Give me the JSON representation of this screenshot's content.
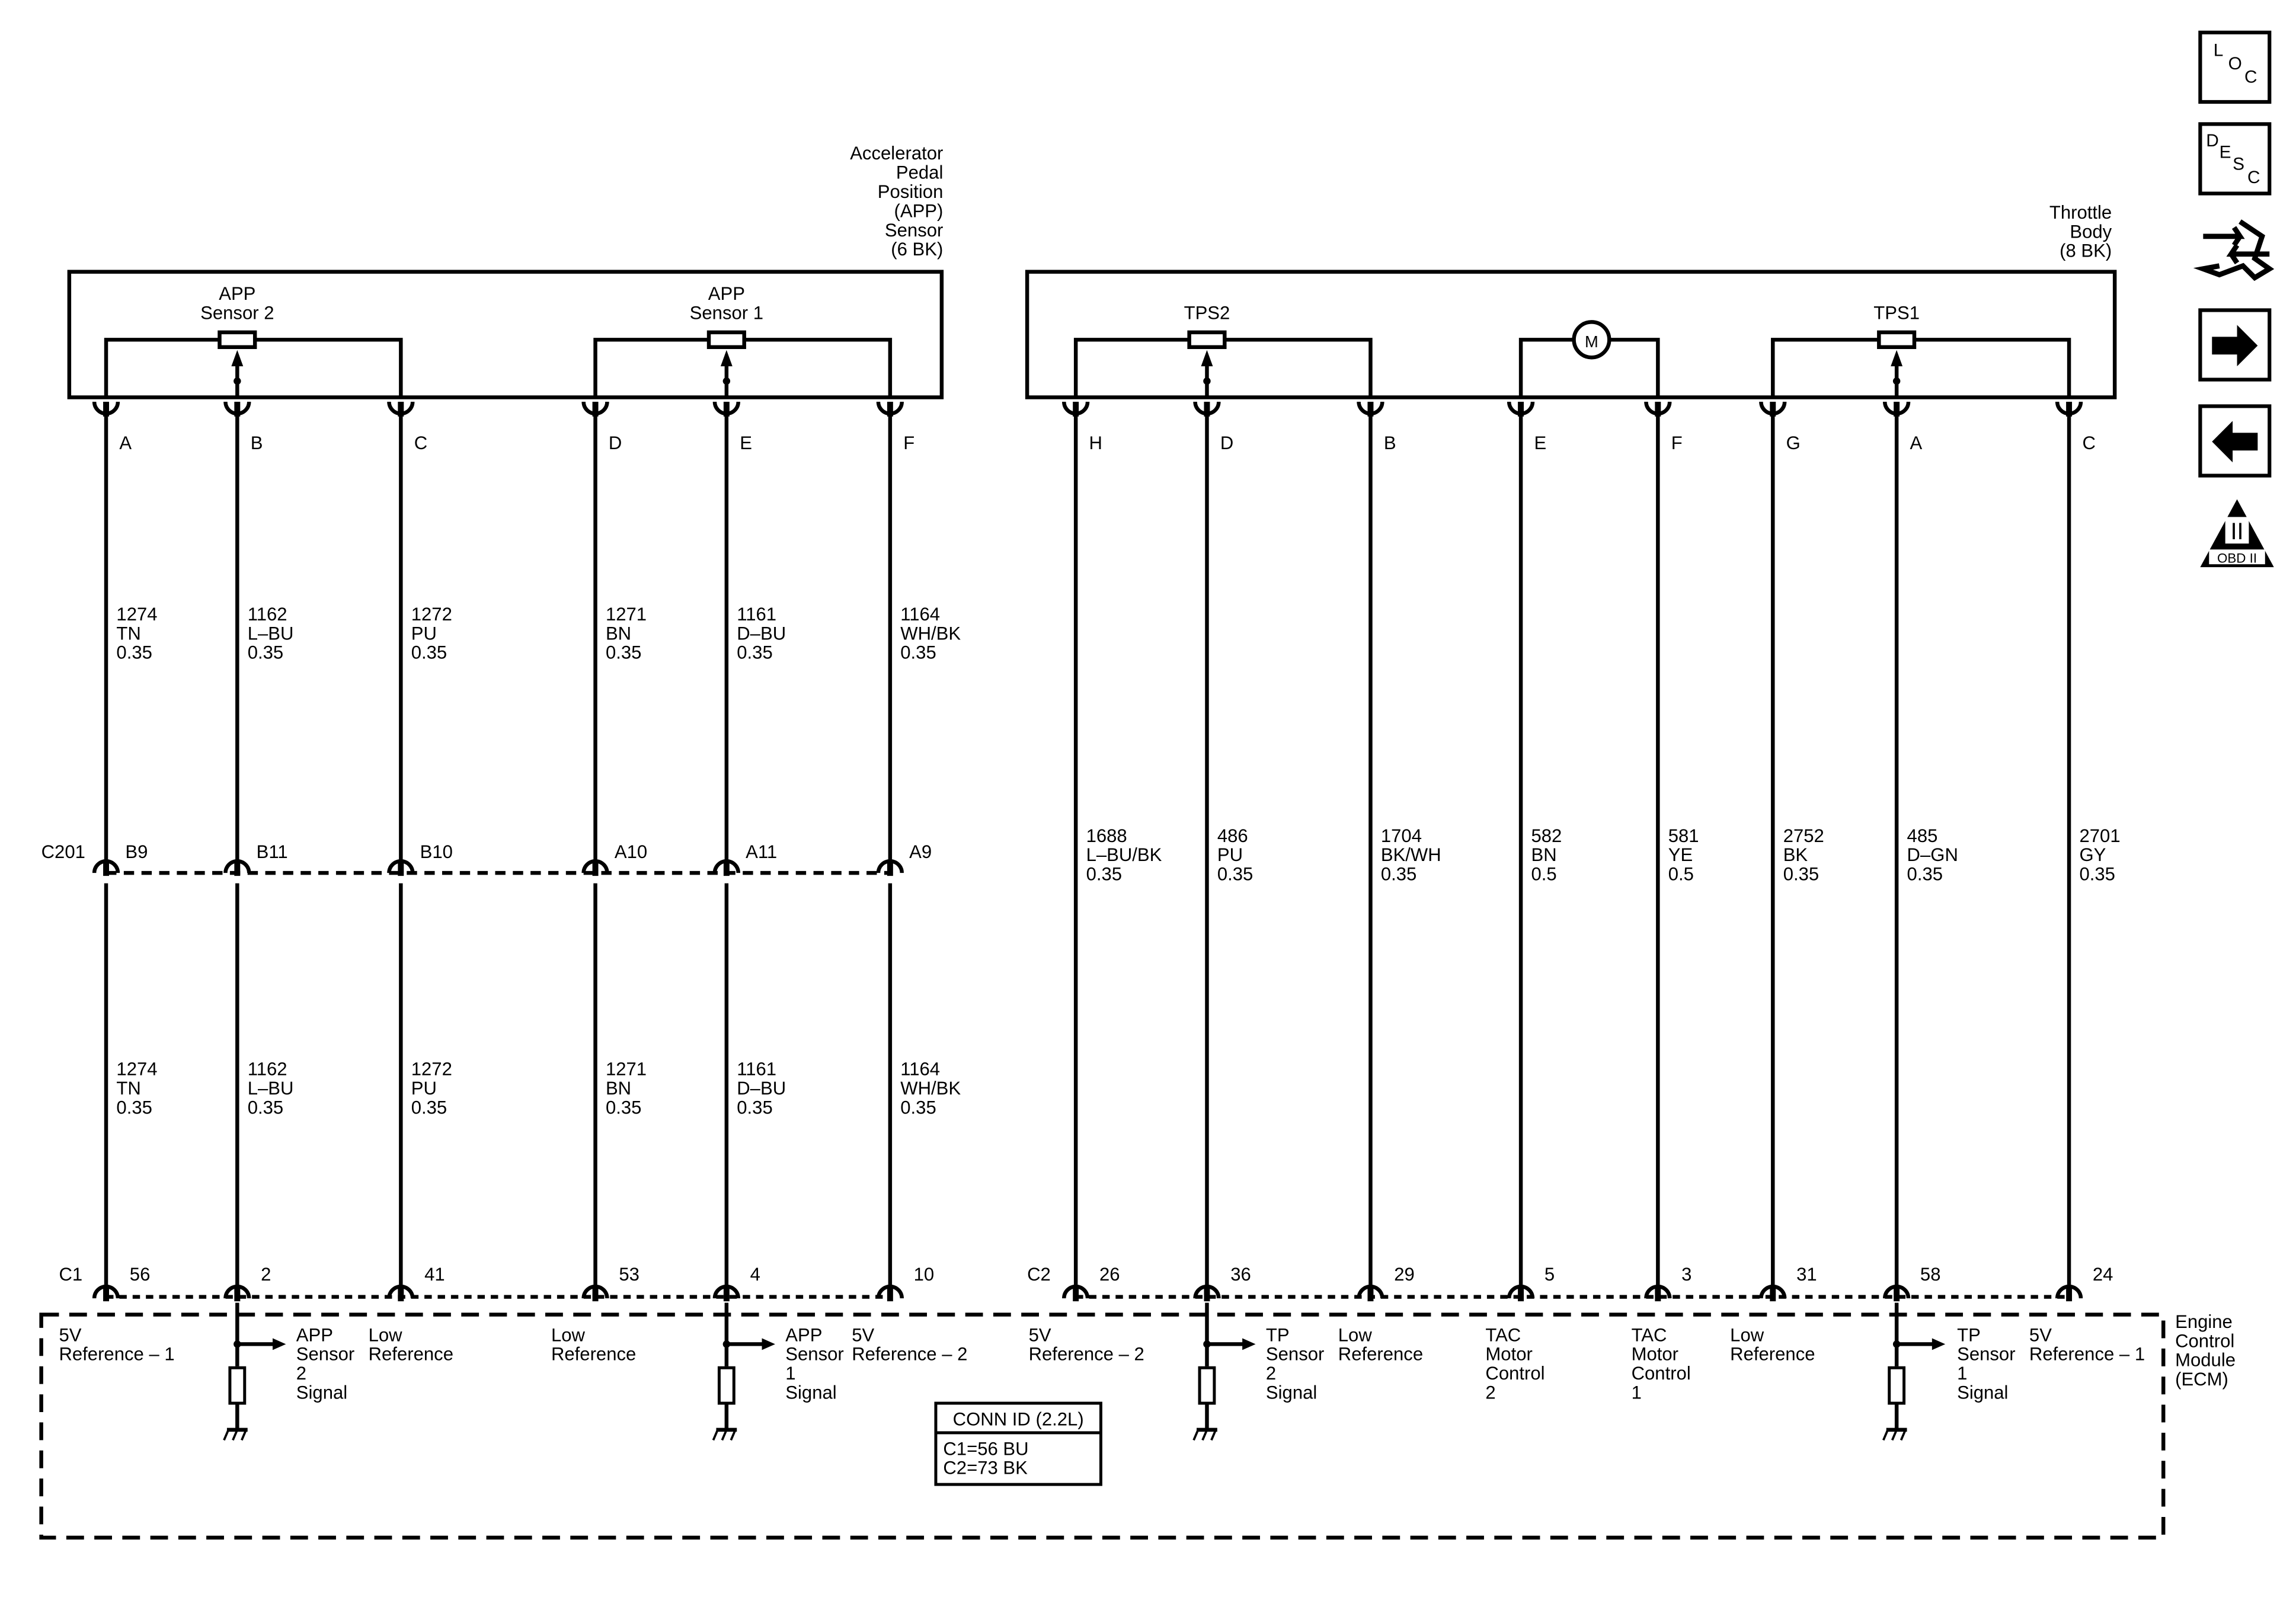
{
  "app_sensor": {
    "title_lines": [
      "Accelerator",
      "Pedal",
      "Position",
      "(APP)",
      "Sensor",
      "(6 BK)"
    ],
    "sensor2_label": [
      "APP",
      "Sensor 2"
    ],
    "sensor1_label": [
      "APP",
      "Sensor 1"
    ]
  },
  "throttle_body": {
    "title_lines": [
      "Throttle",
      "Body",
      "(8 BK)"
    ],
    "tps2_label": "TPS2",
    "tps1_label": "TPS1",
    "motor_label": "M"
  },
  "inline_connector": {
    "id": "C201"
  },
  "ecm": {
    "title_lines": [
      "Engine",
      "Control",
      "Module",
      "(ECM)"
    ],
    "c1_label": "C1",
    "c2_label": "C2",
    "conn_id": {
      "title": "CONN ID (2.2L)",
      "lines": [
        "C1=56 BU",
        "C2=73 BK"
      ]
    }
  },
  "app_circuits": [
    {
      "pin": "A",
      "c201_pin": "B9",
      "ecm_pin": "56",
      "circuit": "1274",
      "color": "TN",
      "gauge": "0.35",
      "ecm_label": [
        "5V",
        "Reference – 1"
      ]
    },
    {
      "pin": "B",
      "c201_pin": "B11",
      "ecm_pin": "2",
      "circuit": "1162",
      "color": "L–BU",
      "gauge": "0.35",
      "ecm_label": [
        "APP",
        "Sensor",
        "2",
        "Signal"
      ]
    },
    {
      "pin": "C",
      "c201_pin": "B10",
      "ecm_pin": "41",
      "circuit": "1272",
      "color": "PU",
      "gauge": "0.35",
      "ecm_label": [
        "Low",
        "Reference"
      ]
    },
    {
      "pin": "D",
      "c201_pin": "A10",
      "ecm_pin": "53",
      "circuit": "1271",
      "color": "BN",
      "gauge": "0.35",
      "ecm_label": [
        "Low",
        "Reference"
      ]
    },
    {
      "pin": "E",
      "c201_pin": "A11",
      "ecm_pin": "4",
      "circuit": "1161",
      "color": "D–BU",
      "gauge": "0.35",
      "ecm_label": [
        "APP",
        "Sensor",
        "1",
        "Signal"
      ]
    },
    {
      "pin": "F",
      "c201_pin": "A9",
      "ecm_pin": "10",
      "circuit": "1164",
      "color": "WH/BK",
      "gauge": "0.35",
      "ecm_label": [
        "5V",
        "Reference – 2"
      ]
    }
  ],
  "tb_circuits": [
    {
      "pin": "H",
      "ecm_pin": "26",
      "circuit": "1688",
      "color": "L–BU/BK",
      "gauge": "0.35",
      "ecm_label": [
        "5V",
        "Reference – 2"
      ]
    },
    {
      "pin": "D",
      "ecm_pin": "36",
      "circuit": "486",
      "color": "PU",
      "gauge": "0.35",
      "ecm_label": [
        "TP",
        "Sensor",
        "2",
        "Signal"
      ]
    },
    {
      "pin": "B",
      "ecm_pin": "29",
      "circuit": "1704",
      "color": "BK/WH",
      "gauge": "0.35",
      "ecm_label": [
        "Low",
        "Reference"
      ]
    },
    {
      "pin": "E",
      "ecm_pin": "5",
      "circuit": "582",
      "color": "BN",
      "gauge": "0.5",
      "ecm_label": [
        "TAC",
        "Motor",
        "Control",
        "2"
      ]
    },
    {
      "pin": "F",
      "ecm_pin": "3",
      "circuit": "581",
      "color": "YE",
      "gauge": "0.5",
      "ecm_label": [
        "TAC",
        "Motor",
        "Control",
        "1"
      ]
    },
    {
      "pin": "G",
      "ecm_pin": "31",
      "circuit": "2752",
      "color": "BK",
      "gauge": "0.35",
      "ecm_label": [
        "Low",
        "Reference"
      ]
    },
    {
      "pin": "A",
      "ecm_pin": "58",
      "circuit": "485",
      "color": "D–GN",
      "gauge": "0.35",
      "ecm_label": [
        "TP",
        "Sensor",
        "1",
        "Signal"
      ]
    },
    {
      "pin": "C",
      "ecm_pin": "24",
      "circuit": "2701",
      "color": "GY",
      "gauge": "0.35",
      "ecm_label": [
        "5V",
        "Reference – 1"
      ]
    }
  ],
  "side_nav": [
    {
      "name": "loc",
      "letters": [
        "L",
        "O",
        "C"
      ]
    },
    {
      "name": "desc",
      "letters": [
        "D",
        "E",
        "S",
        "C"
      ]
    },
    {
      "name": "connector-end-view"
    },
    {
      "name": "next"
    },
    {
      "name": "previous"
    },
    {
      "name": "obd2",
      "mark": "II",
      "label": "OBD II"
    }
  ]
}
